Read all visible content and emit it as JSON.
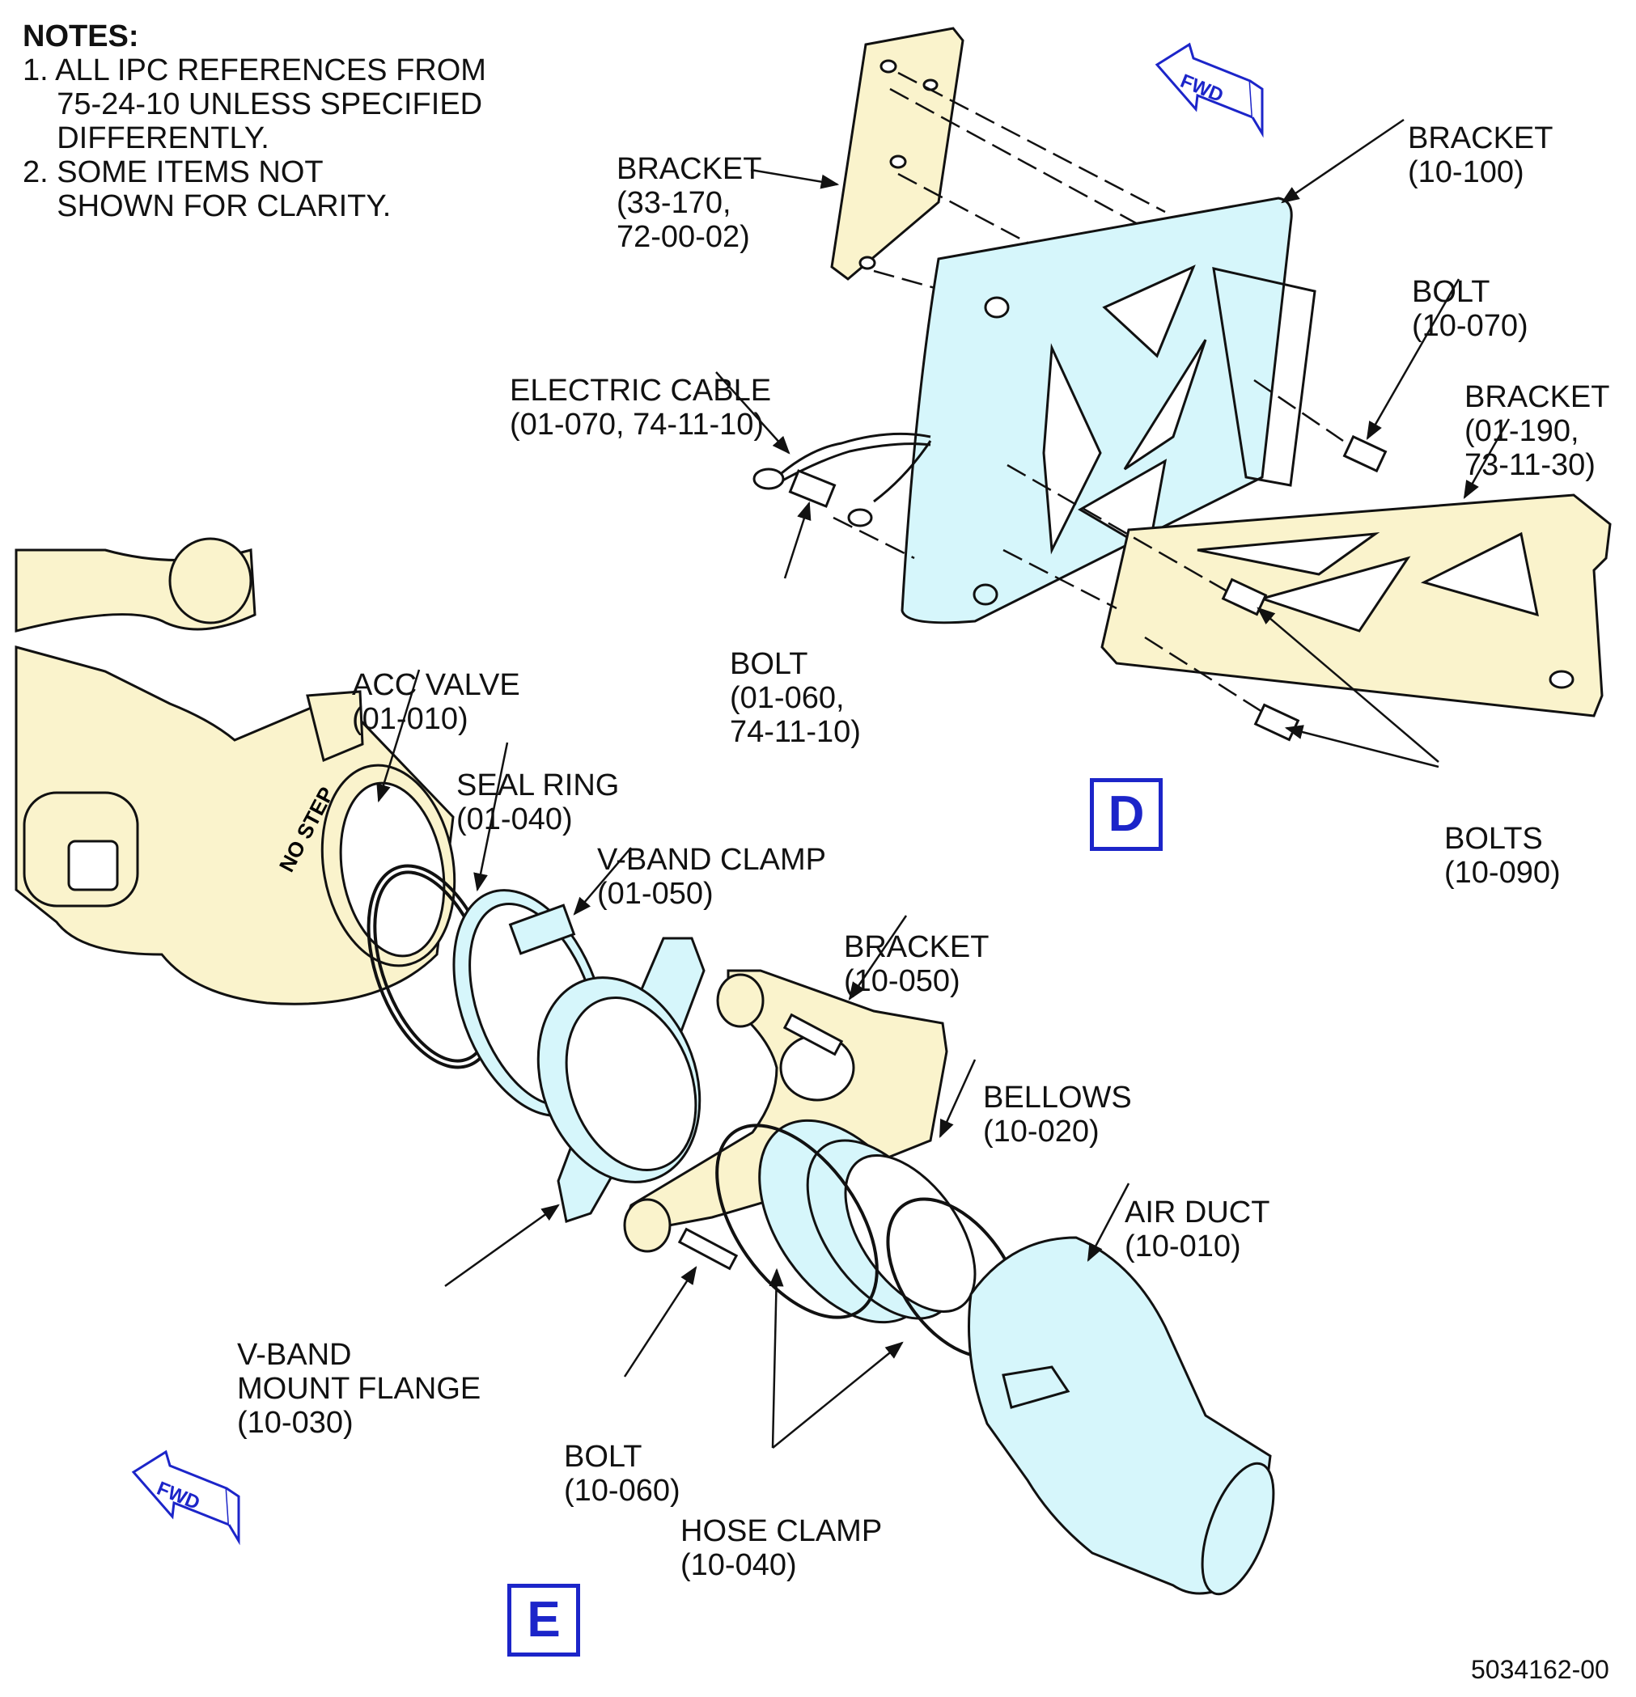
{
  "notes": {
    "title": "NOTES:",
    "lines": [
      "1. ALL IPC REFERENCES FROM",
      "    75-24-10 UNLESS SPECIFIED",
      "    DIFFERENTLY.",
      "2. SOME ITEMS NOT",
      "    SHOWN FOR CLARITY."
    ]
  },
  "labels": {
    "bracket_33_170": [
      "BRACKET",
      "(33-170,",
      "72-00-02)"
    ],
    "bracket_10_100": [
      "BRACKET",
      "(10-100)"
    ],
    "bolt_10_070": [
      "BOLT",
      "(10-070)"
    ],
    "bracket_01_190": [
      "BRACKET",
      "(01-190,",
      "73-11-30)"
    ],
    "electric_cable": [
      "ELECTRIC CABLE",
      "(01-070, 74-11-10)"
    ],
    "bolt_01_060": [
      "BOLT",
      "(01-060,",
      "74-11-10)"
    ],
    "bolts_10_090": [
      "BOLTS",
      "(10-090)"
    ],
    "acc_valve": [
      "ACC VALVE",
      "(01-010)"
    ],
    "seal_ring": [
      "SEAL RING",
      "(01-040)"
    ],
    "vband_clamp": [
      "V-BAND CLAMP",
      "(01-050)"
    ],
    "bracket_10_050": [
      "BRACKET",
      "(10-050)"
    ],
    "bellows": [
      "BELLOWS",
      "(10-020)"
    ],
    "air_duct": [
      "AIR DUCT",
      "(10-010)"
    ],
    "vband_mount_flange": [
      "V-BAND",
      "MOUNT FLANGE",
      "(10-030)"
    ],
    "bolt_10_060": [
      "BOLT",
      "(10-060)"
    ],
    "hose_clamp": [
      "HOSE CLAMP",
      "(10-040)"
    ]
  },
  "views": {
    "d": "D",
    "e": "E"
  },
  "fwd": "FWD",
  "valve_marking": "NO STEP",
  "document_number": "5034162-00",
  "colors": {
    "tan": "#faf3cc",
    "cyan": "#d6f6fb",
    "blue": "#1c25c9",
    "line": "#111111"
  }
}
